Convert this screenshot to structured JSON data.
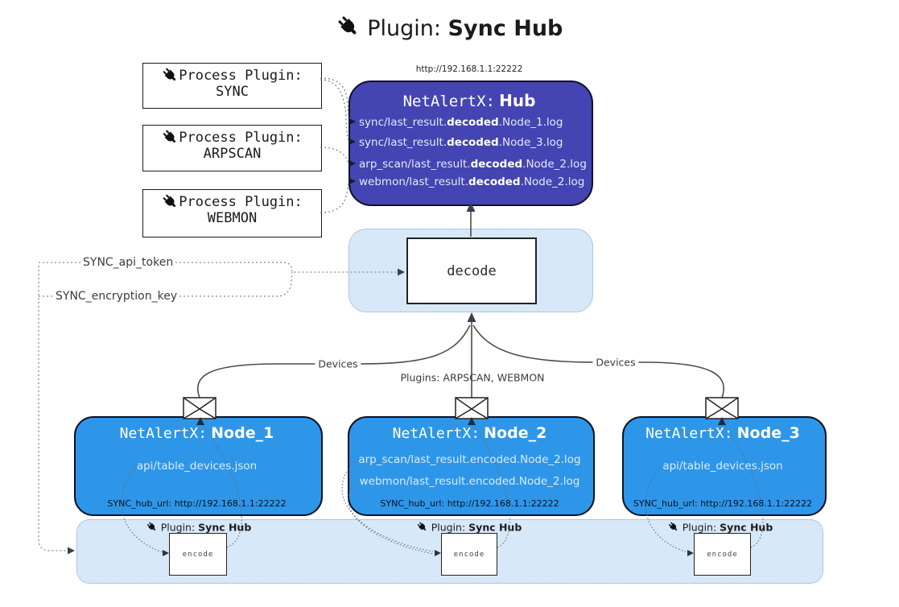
{
  "title": {
    "prefix": "Plugin:",
    "name": "Sync Hub"
  },
  "hub": {
    "url": "http://192.168.1.1:22222",
    "prefix": "NetAlertX:",
    "name": "Hub",
    "entries": [
      {
        "pre": "sync/last_result.",
        "mid": "decoded",
        "post": ".Node_1.log"
      },
      {
        "pre": "sync/last_result.",
        "mid": "decoded",
        "post": ".Node_3.log"
      },
      {
        "pre": "arp_scan/last_result.",
        "mid": "decoded",
        "post": ".Node_2.log"
      },
      {
        "pre": "webmon/last_result.",
        "mid": "decoded",
        "post": ".Node_2.log"
      }
    ]
  },
  "process_plugins": [
    {
      "title": "Process Plugin:",
      "name": "SYNC"
    },
    {
      "title": "Process Plugin:",
      "name": "ARPSCAN"
    },
    {
      "title": "Process Plugin:",
      "name": "WEBMON"
    }
  ],
  "decode_label": "decode",
  "settings": {
    "api_token": "SYNC_api_token",
    "encryption_key": "SYNC_encryption_key"
  },
  "edge_labels": {
    "devices_left": "Devices",
    "plugins_center": "Plugins: ARPSCAN, WEBMON",
    "devices_right": "Devices"
  },
  "nodes": [
    {
      "prefix": "NetAlertX:",
      "name": "Node_1",
      "files": [
        "api/table_devices.json"
      ],
      "hub_url": "SYNC_hub_url: http://192.168.1.1:22222"
    },
    {
      "prefix": "NetAlertX:",
      "name": "Node_2",
      "files": [
        "arp_scan/last_result.encoded.Node_2.log",
        "webmon/last_result.encoded.Node_2.log"
      ],
      "hub_url": "SYNC_hub_url: http://192.168.1.1:22222"
    },
    {
      "prefix": "NetAlertX:",
      "name": "Node_3",
      "files": [
        "api/table_devices.json"
      ],
      "hub_url": "SYNC_hub_url: http://192.168.1.1:22222"
    }
  ],
  "encoders": [
    {
      "plugin_prefix": "Plugin:",
      "plugin_name": "Sync Hub",
      "label": "encode"
    },
    {
      "plugin_prefix": "Plugin:",
      "plugin_name": "Sync Hub",
      "label": "encode"
    },
    {
      "plugin_prefix": "Plugin:",
      "plugin_name": "Sync Hub",
      "label": "encode"
    }
  ],
  "colors": {
    "hub_fill": "#4444b3",
    "node_fill": "#2e96e8",
    "band_fill": "#d7e8f9",
    "arrow_dark": "#374151"
  }
}
